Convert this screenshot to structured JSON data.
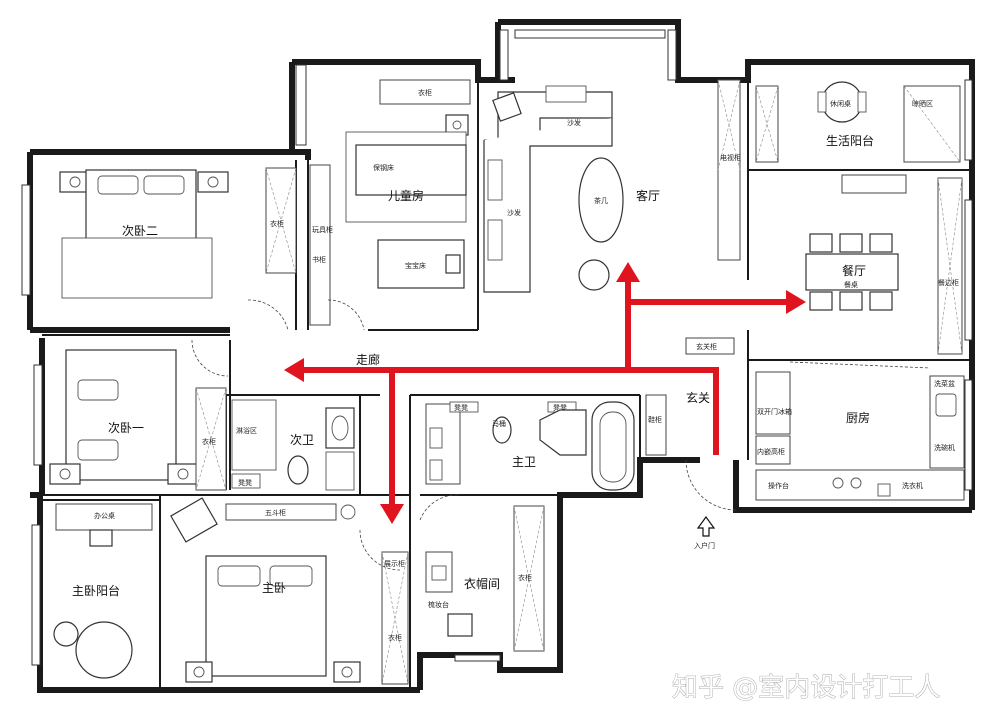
{
  "rooms": {
    "second_bedroom_2": "次卧二",
    "kids_room": "儿童房",
    "living_room": "客厅",
    "laundry_balcony": "生活阳台",
    "dining_room": "餐厅",
    "second_bedroom_1": "次卧一",
    "corridor": "走廊",
    "second_bath": "次卫",
    "master_bath": "主卫",
    "foyer": "玄关",
    "kitchen": "厨房",
    "master_balcony": "主卧阳台",
    "master_bedroom": "主卧",
    "walk_in_closet": "衣帽间"
  },
  "labels": {
    "wardrobe": "衣柜",
    "toy_cabinet": "玩具柜",
    "book_cabinet": "书柜",
    "piano_bed": "保钢床",
    "baby_bed": "宝宝床",
    "sofa": "沙发",
    "tea_table": "茶几",
    "tv_cabinet": "电视柜",
    "leisure_table": "休闲桌",
    "drying_area": "晾晒区",
    "dining_table": "餐桌",
    "sideboard": "餐边柜",
    "foyer_cabinet": "玄关柜",
    "shower_area": "淋浴区",
    "toilet": "马桶",
    "stool": "凳凳",
    "shoe_cabinet": "鞋柜",
    "double_fridge": "双开门冰箱",
    "built_in_cabinet": "内嵌高柜",
    "prep_counter": "操作台",
    "veg_sink": "洗菜盆",
    "dishwasher": "洗碗机",
    "washer": "洗衣机",
    "entrance_door": "入户门",
    "desk": "办公桌",
    "chest": "五斗柜",
    "display_cabinet": "展示柜",
    "dresser": "梳妆台"
  },
  "watermark": "知乎 @室内设计打工人",
  "colors": {
    "circulation_arrow": "#e0141e",
    "wall": "#1a1a1a"
  }
}
